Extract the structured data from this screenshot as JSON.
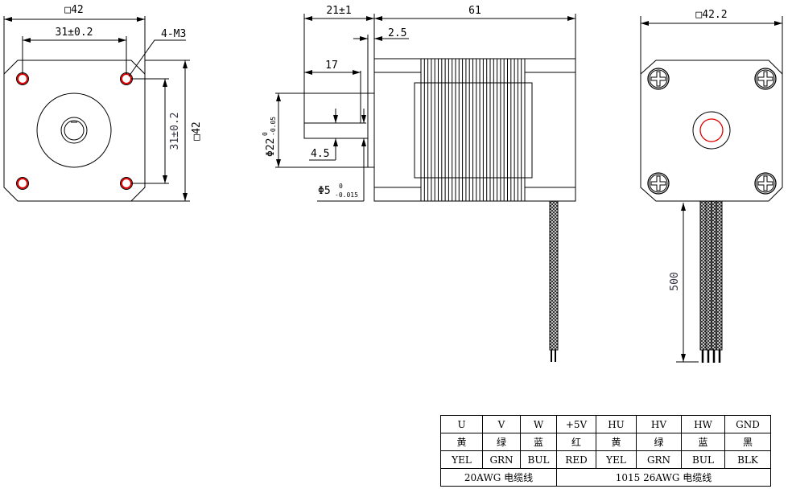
{
  "front_view": {
    "width_label": "□42",
    "hole_spacing_h": "31±0.2",
    "hole_spacing_v": "31±0.2",
    "height_label": "□42",
    "hole_callout": "4-M3"
  },
  "side_view": {
    "shaft_length": "21±1",
    "body_length": "61",
    "boss_thickness": "2.5",
    "flat_length": "17",
    "boss_diameter": "Φ22",
    "boss_tol_upper": "0",
    "boss_tol_lower": "-0.05",
    "flat_depth": "4.5",
    "shaft_diameter": "Φ5",
    "shaft_tol_upper": "0",
    "shaft_tol_lower": "-0.015"
  },
  "rear_view": {
    "width_label": "□42.2",
    "cable_length": "500"
  },
  "colors": {
    "hole": "#e00000",
    "line": "#000000"
  },
  "wire_table": {
    "rows": [
      [
        "U",
        "V",
        "W",
        "+5V",
        "HU",
        "HV",
        "HW",
        "GND"
      ],
      [
        "黄",
        "绿",
        "蓝",
        "红",
        "黄",
        "绿",
        "蓝",
        "黑"
      ],
      [
        "YEL",
        "GRN",
        "BUL",
        "RED",
        "YEL",
        "GRN",
        "BUL",
        "BLK"
      ]
    ],
    "footer": [
      "20AWG 电缆线",
      "1015 26AWG 电缆线"
    ]
  }
}
